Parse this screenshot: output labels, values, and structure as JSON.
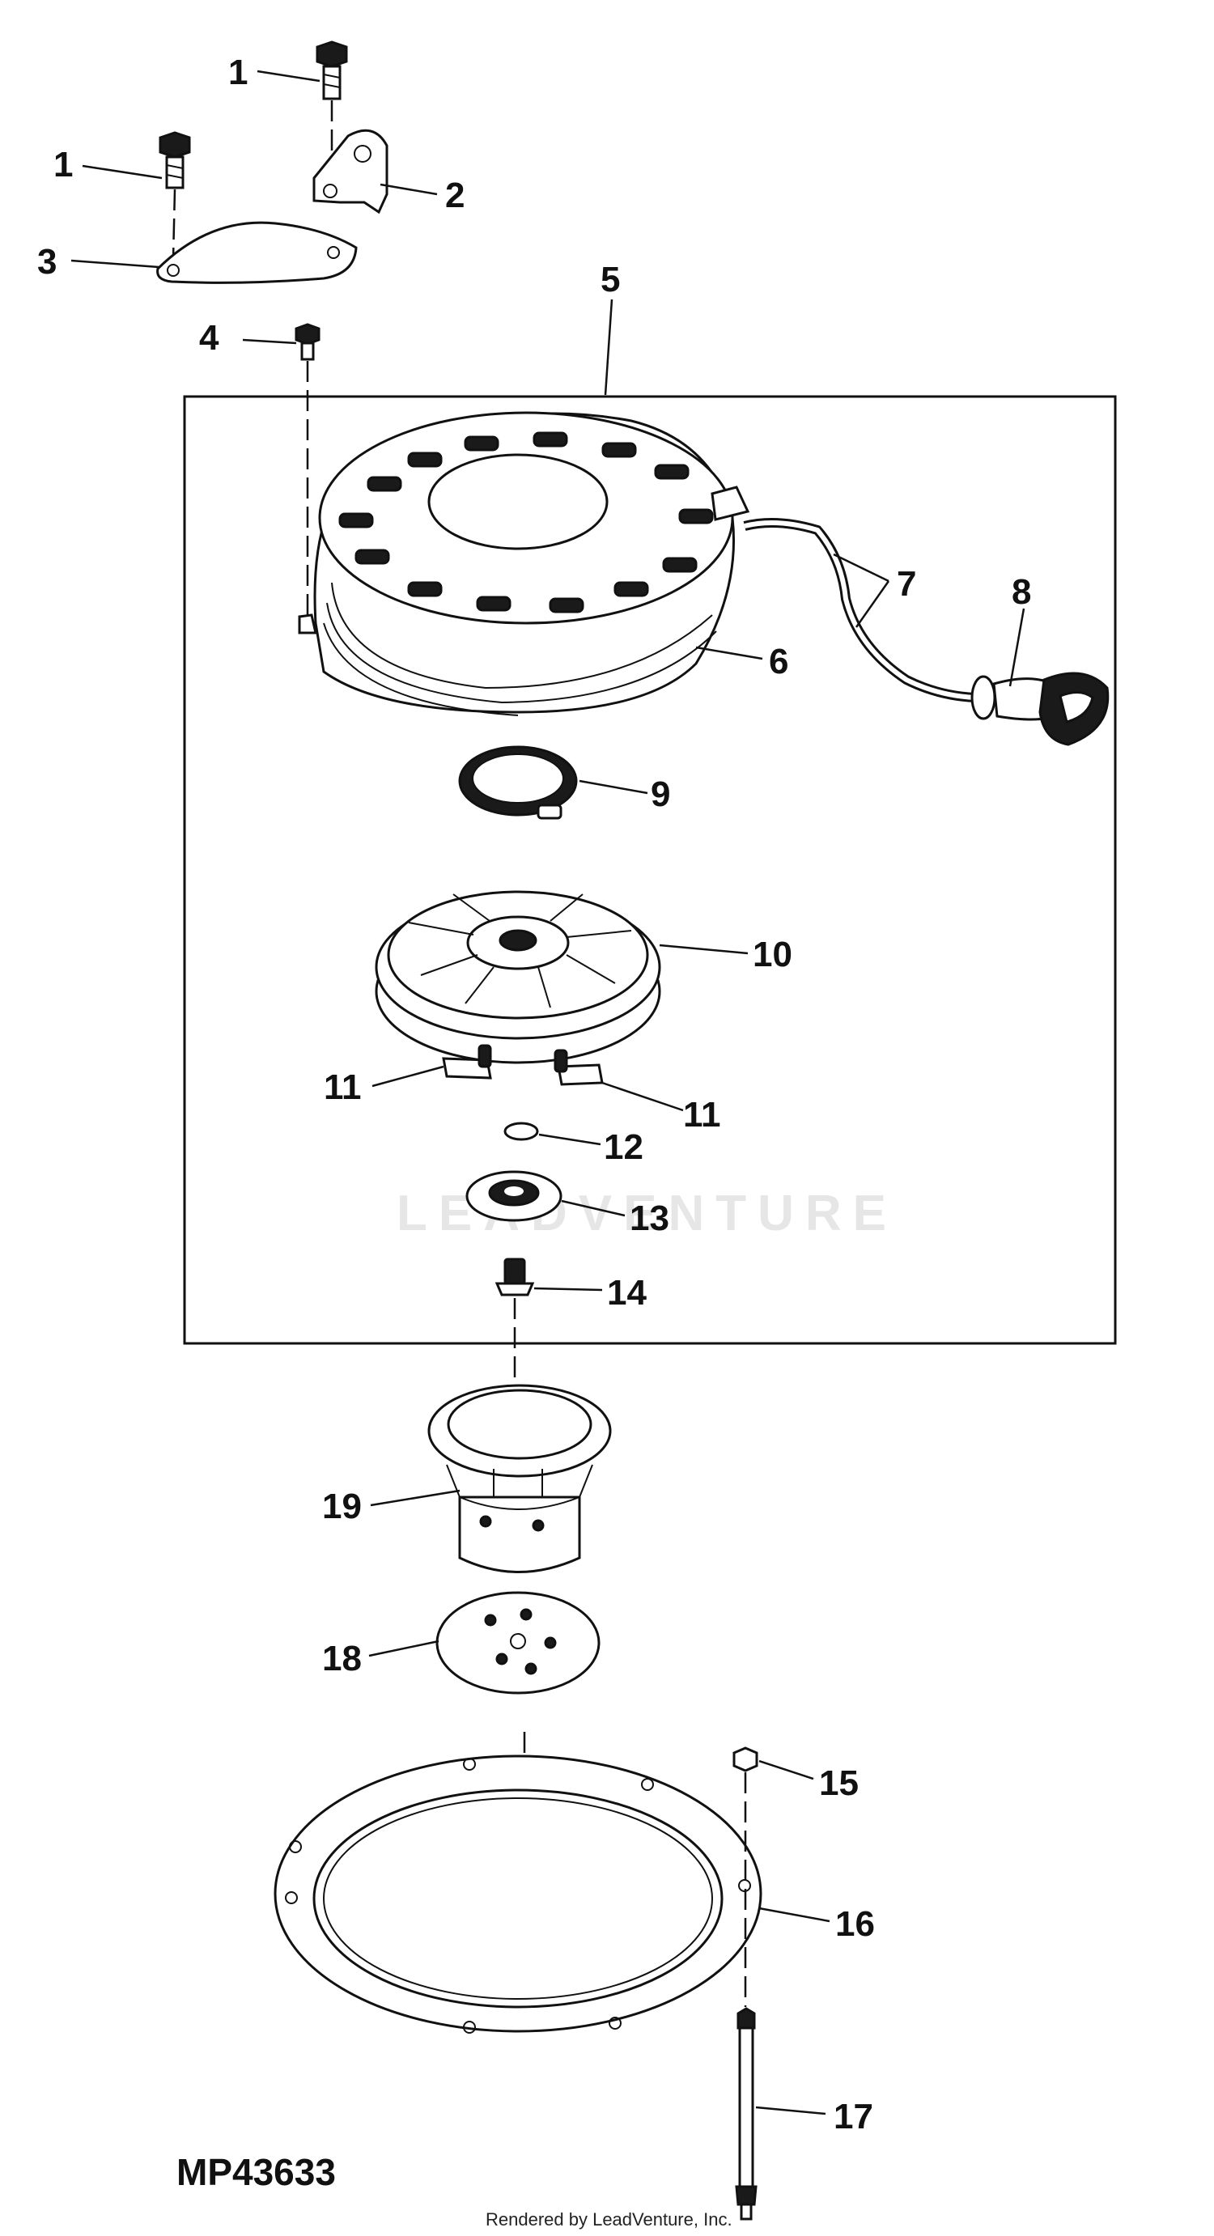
{
  "diagram": {
    "drawing_code": "MP43633",
    "credit": "Rendered by LeadVenture, Inc.",
    "watermark": "LEADVENTURE",
    "callouts": [
      "1",
      "1",
      "2",
      "3",
      "4",
      "5",
      "6",
      "7",
      "8",
      "9",
      "10",
      "11",
      "11",
      "12",
      "13",
      "14",
      "15",
      "16",
      "17",
      "18",
      "19"
    ]
  }
}
